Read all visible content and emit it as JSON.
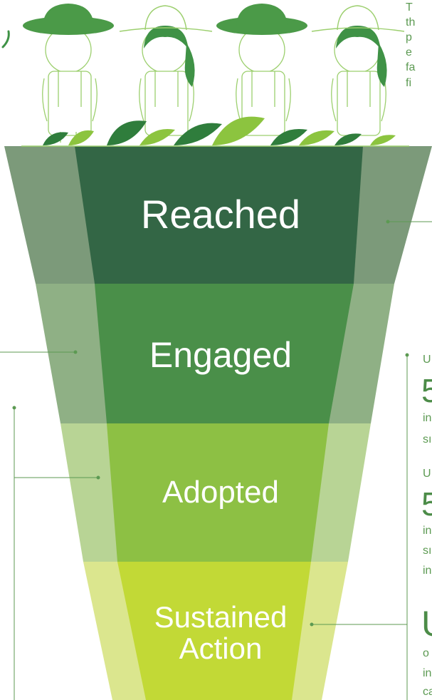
{
  "funnel": {
    "stages": [
      {
        "id": "reached",
        "label": "Reached",
        "color": "#336645",
        "side_color": "#7c9a7a"
      },
      {
        "id": "engaged",
        "label": "Engaged",
        "color": "#4a8f49",
        "side_color": "#8fb085"
      },
      {
        "id": "adopted",
        "label": "Adopted",
        "color": "#8dc044",
        "side_color": "#b8d495"
      },
      {
        "id": "sustained",
        "label_line1": "Sustained",
        "label_line2": "Action",
        "color": "#c2d936",
        "side_color": "#dbe68e"
      }
    ]
  },
  "top_right_fragment": [
    "T",
    "th",
    "p",
    "e",
    "fa",
    "fi"
  ],
  "right_fragments": {
    "engaged": {
      "line1": "U",
      "num": "5",
      "line2": "in",
      "line3": "sı"
    },
    "adopted": {
      "line1": "U",
      "num": "5",
      "line2": "in",
      "line3": "sı",
      "line4": "in"
    },
    "sustained": {
      "big": "U",
      "line1": "o",
      "line2": "in",
      "line3": "ca"
    }
  },
  "colors": {
    "accent_line": "#5c9a52",
    "hat_green": "#4b9a48",
    "hair_green": "#3f9246",
    "leaf_dark": "#2f7d3c",
    "leaf_light": "#8cc43f",
    "figure_outline": "#9ccf6e"
  }
}
